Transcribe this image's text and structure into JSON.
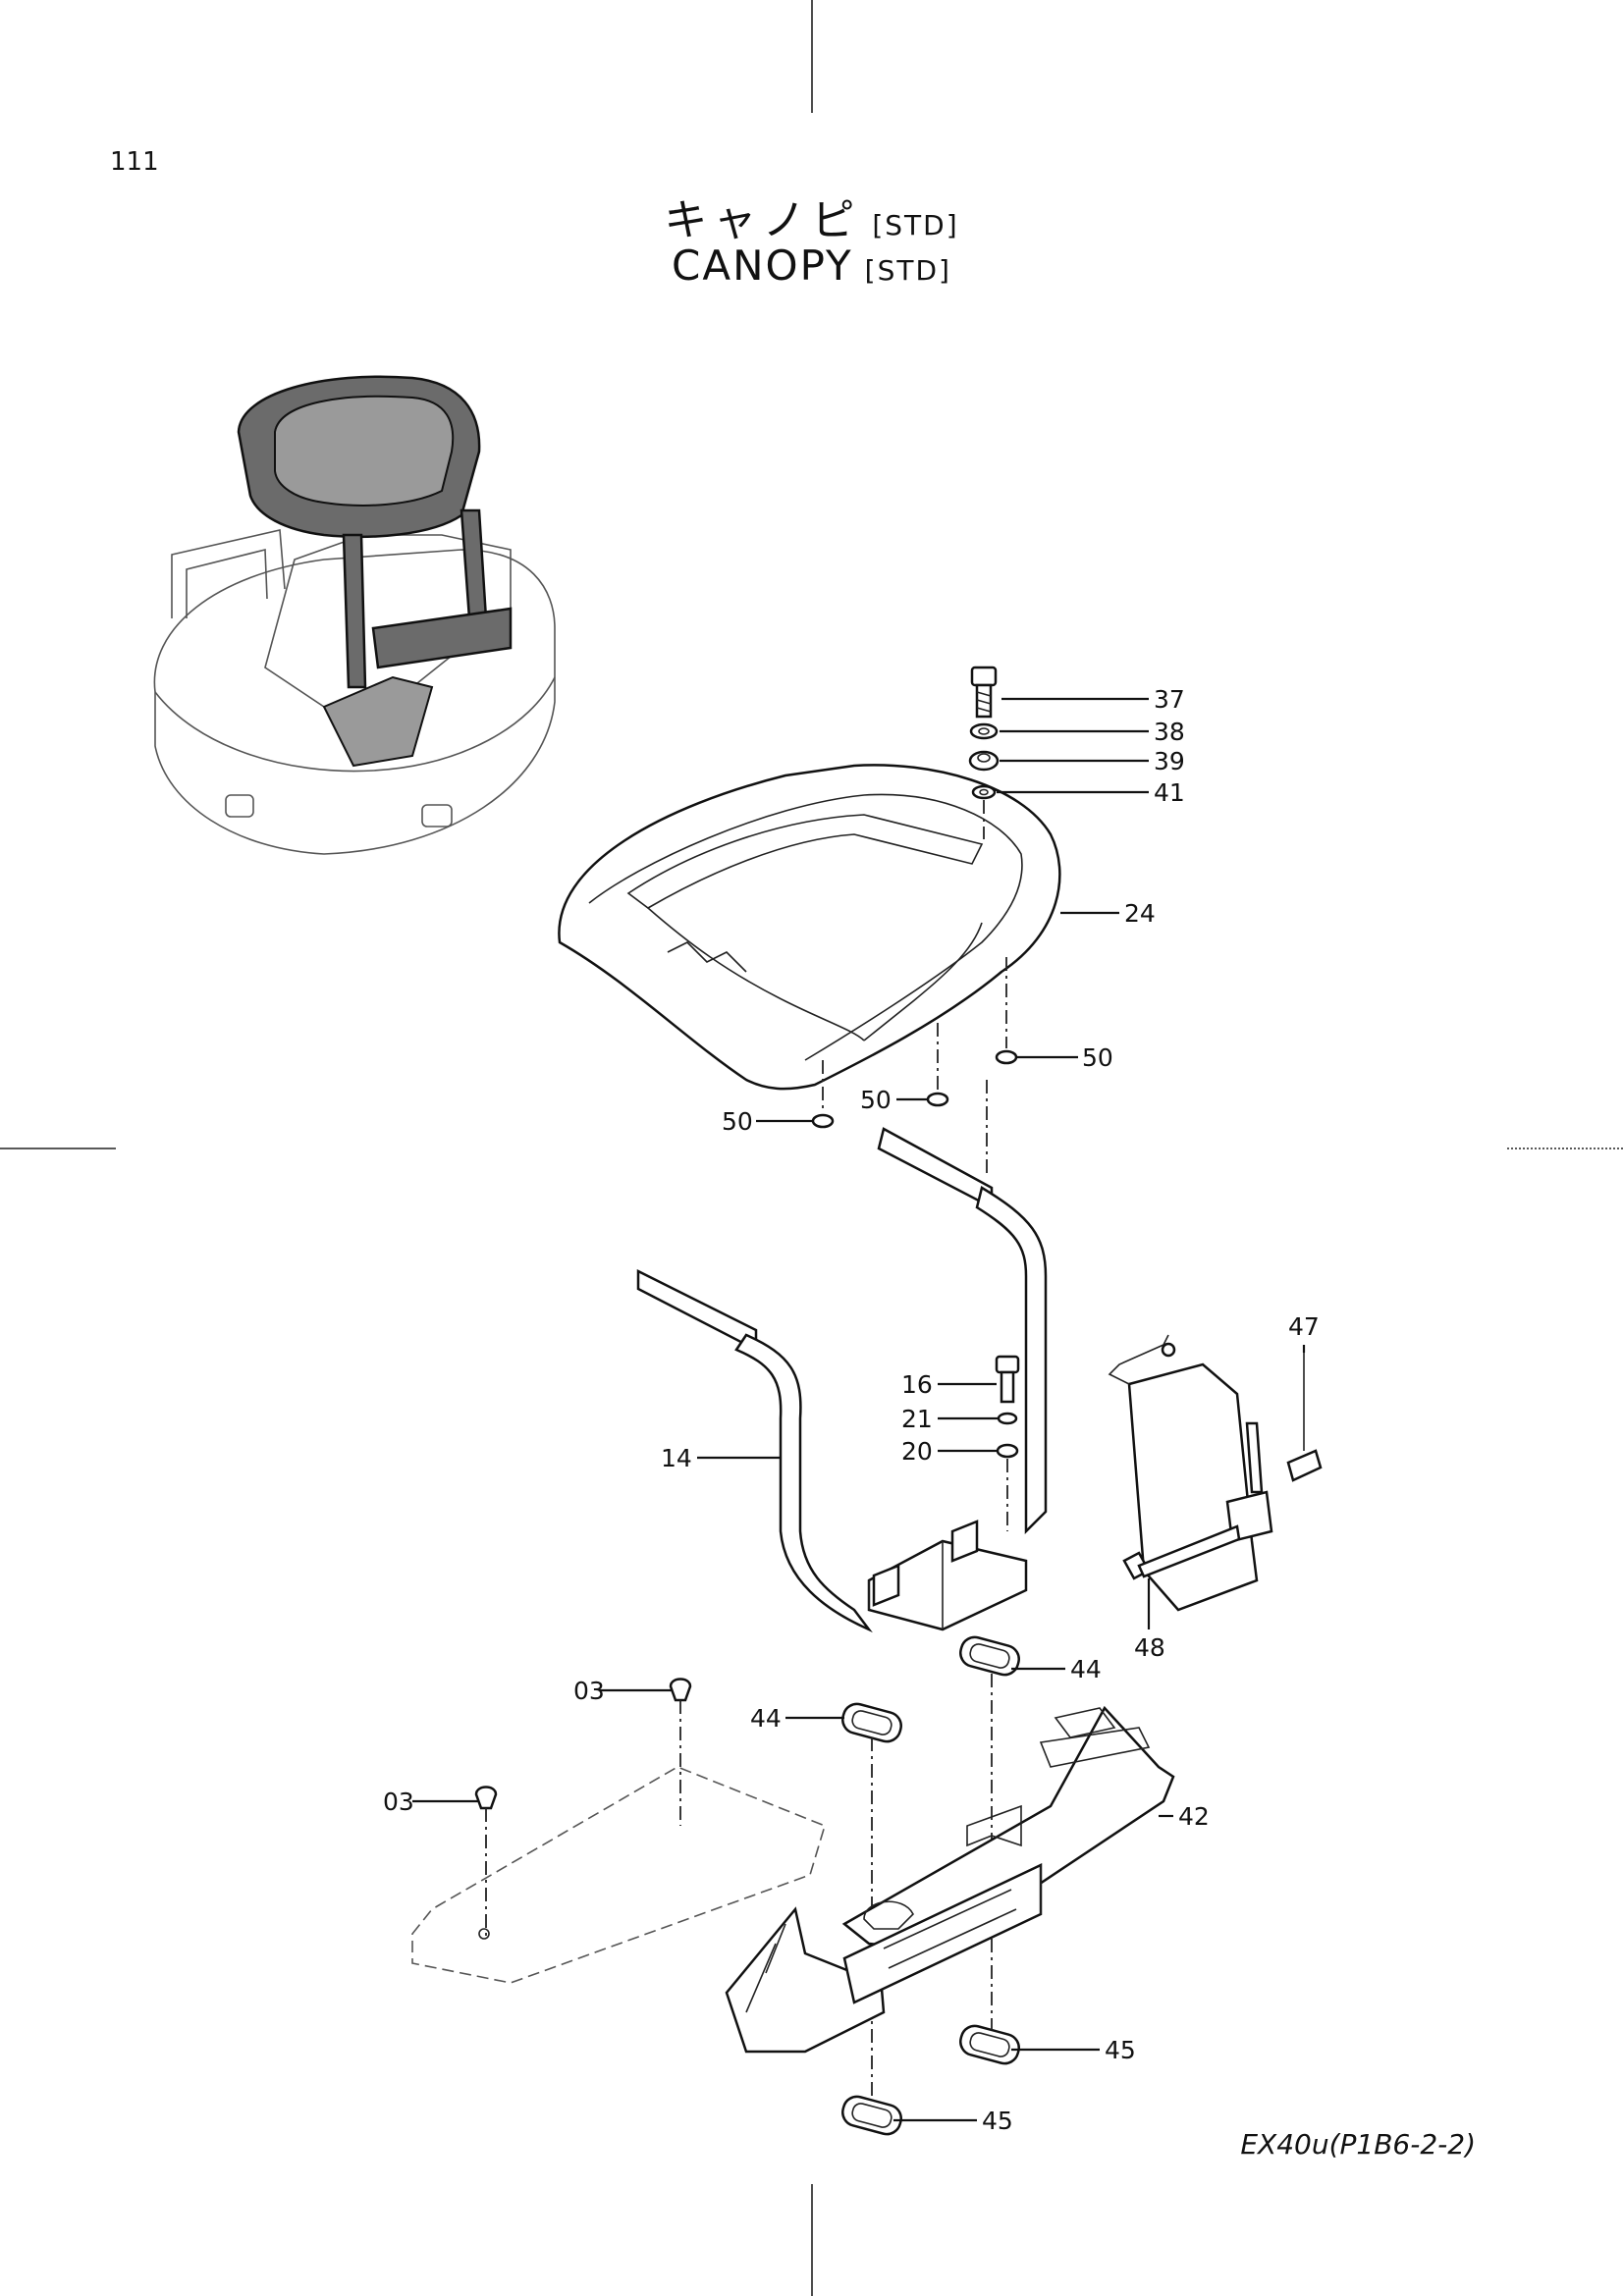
{
  "page_number": "111",
  "title_ja": "キャノピ",
  "title_en": "CANOPY",
  "variant": "[STD]",
  "model_code": "EX40u(P1B6-2-2)",
  "callouts": {
    "c37": "37",
    "c38": "38",
    "c39": "39",
    "c41": "41",
    "c24": "24",
    "c50a": "50",
    "c50b": "50",
    "c50c": "50",
    "c47": "47",
    "c16": "16",
    "c21": "21",
    "c20": "20",
    "c14": "14",
    "c48": "48",
    "c44a": "44",
    "c44b": "44",
    "c03a": "03",
    "c03b": "03",
    "c42": "42",
    "c45a": "45",
    "c45b": "45"
  }
}
